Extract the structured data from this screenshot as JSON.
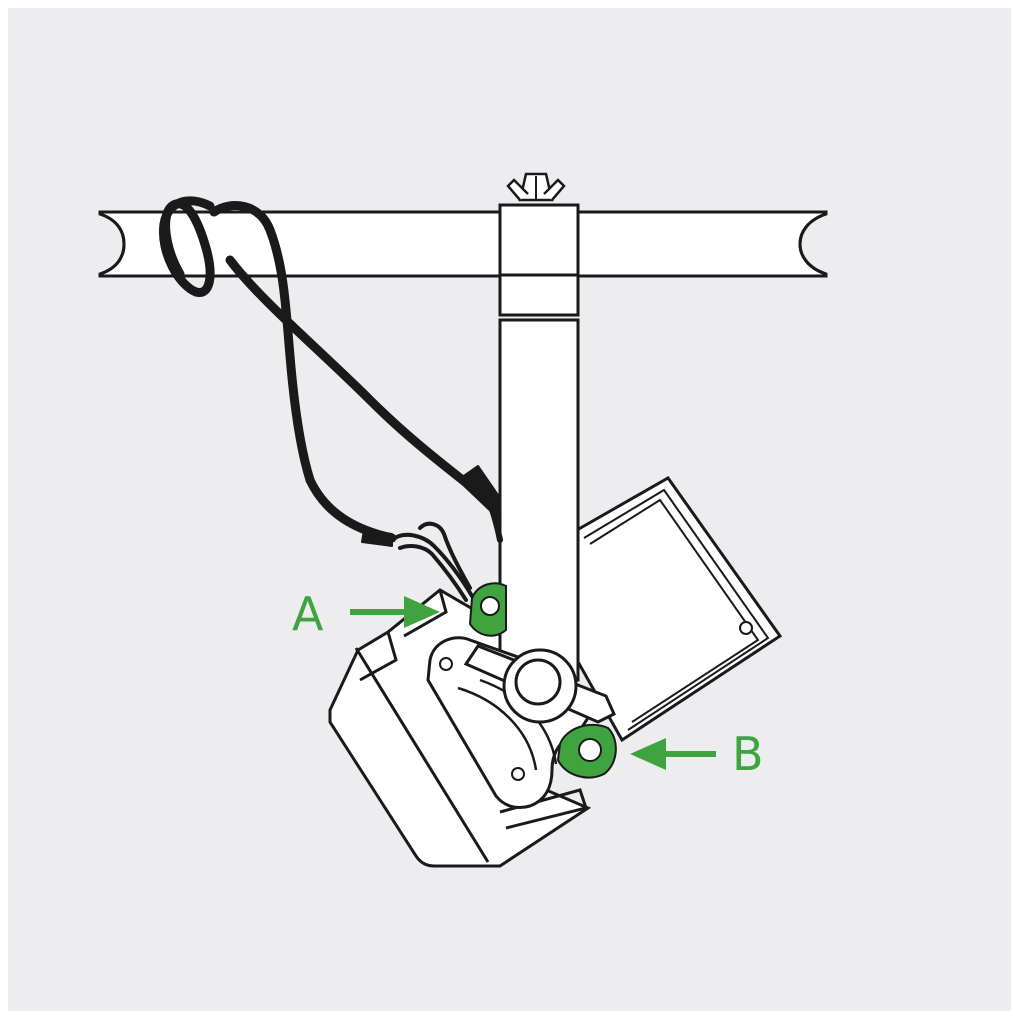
{
  "diagram": {
    "callouts": [
      {
        "id": "a",
        "label": "A"
      },
      {
        "id": "b",
        "label": "B"
      }
    ],
    "colors": {
      "background": "#ededf0",
      "line": "#1a1a1a",
      "cable": "#1a1a1a",
      "highlight": "#3fa33f",
      "fill": "#ffffff"
    },
    "icons": [
      "clamp-icon",
      "safety-cable-icon",
      "wing-bolt-icon",
      "mounting-eye-icon"
    ]
  }
}
